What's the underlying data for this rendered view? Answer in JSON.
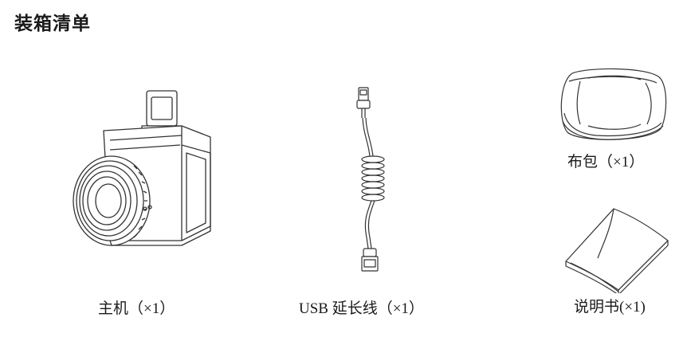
{
  "page": {
    "title": "装箱清单"
  },
  "items": [
    {
      "id": "host",
      "label": "主机（×1）",
      "icon": "thermal-camera-module-icon"
    },
    {
      "id": "cable",
      "label": "USB 延长线（×1）",
      "icon": "coiled-usb-cable-icon"
    },
    {
      "id": "pouch",
      "label": "布包（×1）",
      "icon": "cloth-pouch-icon"
    },
    {
      "id": "manual",
      "label": "说明书(×1)",
      "icon": "manual-booklet-icon"
    }
  ]
}
